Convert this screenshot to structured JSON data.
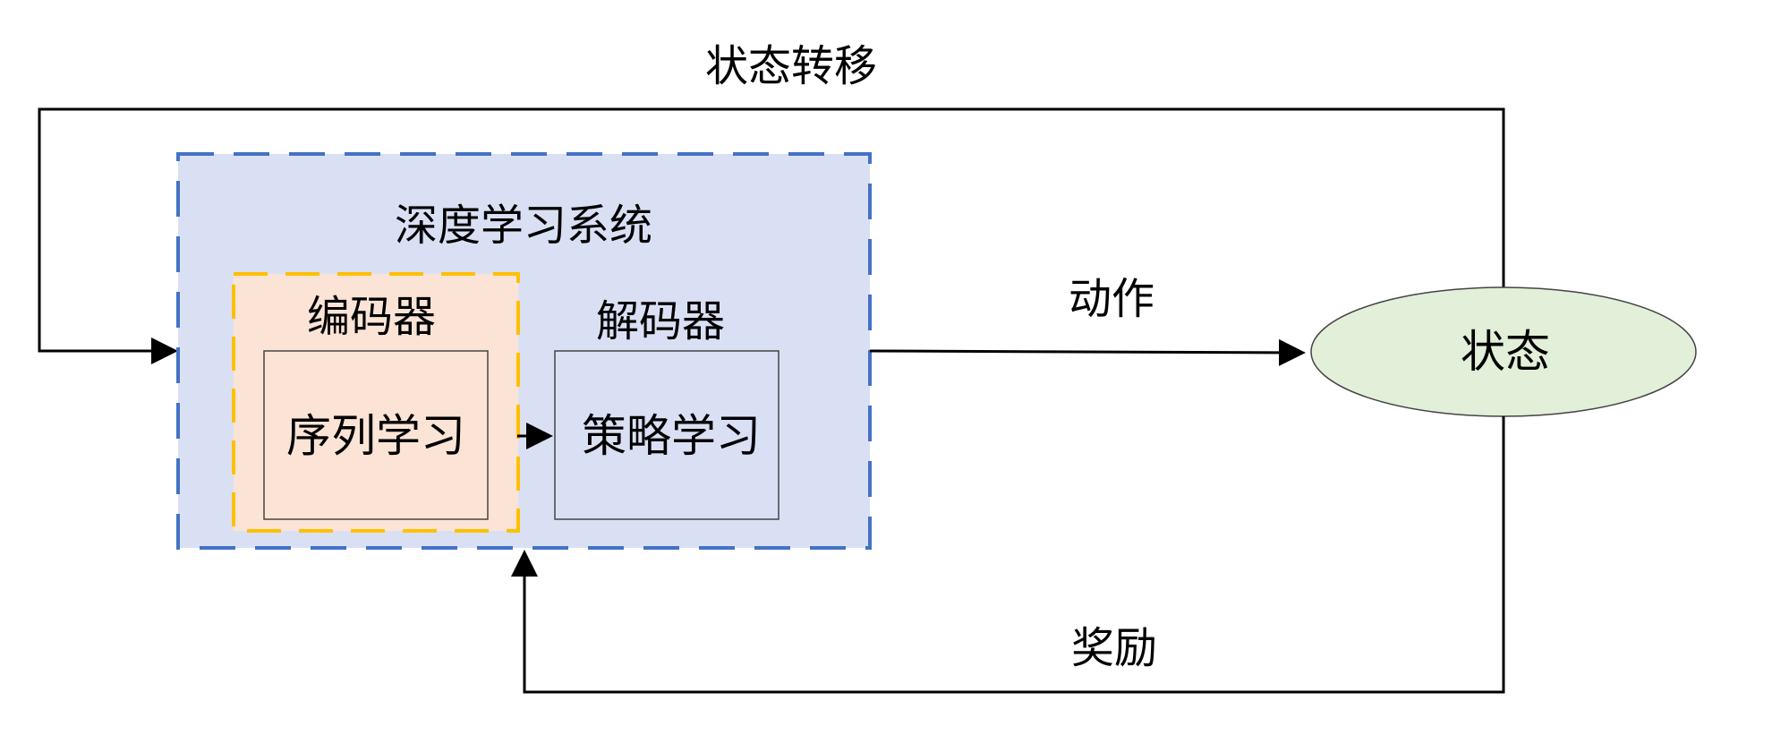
{
  "labels": {
    "state_transition": "状态转移",
    "deep_learning_system": "深度学习系统",
    "encoder": "编码器",
    "decoder": "解码器",
    "sequence_learning": "序列学习",
    "policy_learning": "策略学习",
    "action": "动作",
    "state": "状态",
    "reward": "奖励"
  },
  "colors": {
    "system_fill": "#dae0f4",
    "system_border": "#4472c4",
    "encoder_fill": "#fbe4d5",
    "encoder_border": "#ffc000",
    "state_fill": "#e2efd9",
    "line": "#000000"
  }
}
